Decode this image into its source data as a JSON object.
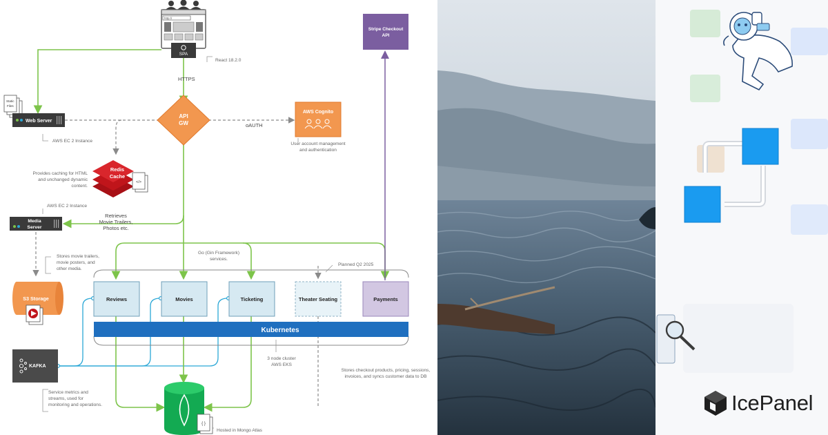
{
  "diagram": {
    "spa": {
      "url": "http://",
      "label": "SPA",
      "version": "React 18.2.0"
    },
    "https": "HTTPS",
    "api_gw": {
      "line1": "API",
      "line2": "GW"
    },
    "web_server": {
      "label": "Web Server",
      "static_files_1": "Static",
      "static_files_2": "Files",
      "note": "AWS EC 2 Instance"
    },
    "oauth": "oAUTH",
    "cognito": {
      "label": "AWS Cognito",
      "note1": "User account management",
      "note2": "and authentication"
    },
    "stripe": {
      "line1": "Stripe Checkout",
      "line2": "API"
    },
    "redis": {
      "line1": "Redis",
      "line2": "Cache",
      "code": "</>",
      "note1": "Provides caching for HTML",
      "note2": "and unchanged dynamic",
      "note3": "content."
    },
    "media_server": {
      "line1": "Media",
      "line2": "Server",
      "note": "AWS EC 2 Instance",
      "retrieves1": "Retrieves",
      "retrieves2": "Movie Trailers,",
      "retrieves3": "Photos etc."
    },
    "go_note1": "Go (Gin Framework)",
    "go_note2": "services.",
    "planned": "Planned Q2 2025",
    "s3": {
      "label": "S3 Storage",
      "note1": "Stores movie trailers,",
      "note2": "movie posters, and",
      "note3": "other media."
    },
    "services": [
      {
        "label": "Reviews"
      },
      {
        "label": "Movies"
      },
      {
        "label": "Ticketing"
      },
      {
        "label": "Theater Seating"
      },
      {
        "label": "Payments"
      }
    ],
    "kubernetes": "Kubernetes",
    "cluster1": "3 node cluster",
    "cluster2": "AWS EKS",
    "kafka": {
      "label": "KAFKA",
      "note1": "Service metrics and",
      "note2": "streams, used for",
      "note3": "monitoring and operations."
    },
    "payments_note1": "Stores checkout products, pricing, sessions,",
    "payments_note2": "invoices,  and syncs customer data to DB",
    "mongo": {
      "code": "{ }",
      "note": "Hosted in Mongo Atlas"
    }
  },
  "brand": {
    "name": "IcePanel"
  },
  "colors": {
    "green": "#7dc44a",
    "blue": "#2aa7d6",
    "orange": "#f2974f",
    "purple": "#7b5ea0",
    "redis": "#c0151b",
    "kubernetes": "#1f6fbf",
    "service_fill": "#d6e9f2",
    "mongo": "#13aa52",
    "brand_blue": "#1a9bf0"
  }
}
